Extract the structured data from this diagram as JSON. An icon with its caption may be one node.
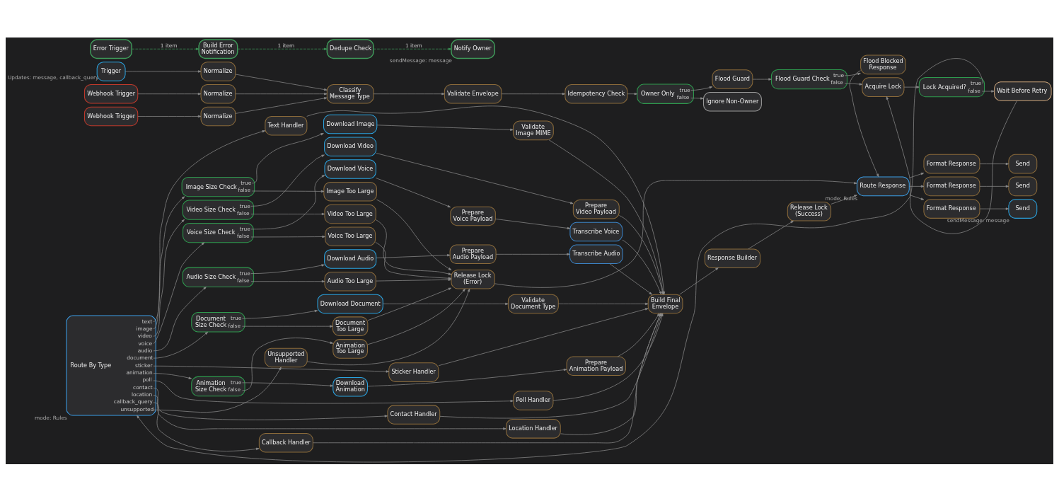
{
  "diagram": {
    "nodes": [
      {
        "text": [
          "Trigger"
        ],
        "beside": [
          "Updates: message, callback_query"
        ]
      },
      {
        "text": [
          "Webhook Trigger"
        ]
      },
      {
        "text": [
          "Webhook Trigger"
        ]
      },
      {
        "text": [
          "Normalize"
        ]
      },
      {
        "text": [
          "Normalize"
        ]
      },
      {
        "text": [
          "Normalize"
        ]
      },
      {
        "text": [
          "Classify Message Type"
        ]
      },
      {
        "text": [
          "Validate Envelope"
        ]
      },
      {
        "text": [
          "Idempotency Check"
        ]
      },
      {
        "text": [
          "Owner Only"
        ]
      },
      {
        "text": [
          "Flood Guard"
        ]
      },
      {
        "text": [
          "Flood Guard Check"
        ]
      },
      {
        "text": [
          "Flood Blocked Response"
        ]
      },
      {
        "text": [
          "Ignore Non-Owner"
        ]
      },
      {
        "text": [
          "Acquire Lock"
        ]
      },
      {
        "text": [
          "Lock Acquired?"
        ]
      },
      {
        "text": [
          "Wait Before Retry"
        ]
      },
      {
        "text": [
          "Route By Type"
        ],
        "beside": [
          "mode: Rules"
        ]
      },
      {
        "text": [
          "Text Handler"
        ]
      },
      {
        "text": [
          "Image Size Check"
        ]
      },
      {
        "text": [
          "Video Size Check"
        ]
      },
      {
        "text": [
          "Voice Size Check"
        ]
      },
      {
        "text": [
          "Audio Size Check"
        ]
      },
      {
        "text": [
          "Document Size Check"
        ]
      },
      {
        "text": [
          "Sticker Handler"
        ]
      },
      {
        "text": [
          "Animation Size Check"
        ]
      },
      {
        "text": [
          "Poll Handler"
        ]
      },
      {
        "text": [
          "Contact Handler"
        ]
      },
      {
        "text": [
          "Location Handler"
        ]
      },
      {
        "text": [
          "Callback Handler"
        ]
      },
      {
        "text": [
          "Unsupported Handler"
        ]
      },
      {
        "text": [
          "Download Image"
        ]
      },
      {
        "text": [
          "Image Too Large"
        ]
      },
      {
        "text": [
          "Download Video"
        ]
      },
      {
        "text": [
          "Video Too Large"
        ]
      },
      {
        "text": [
          "Download Voice"
        ]
      },
      {
        "text": [
          "Voice Too Large"
        ]
      },
      {
        "text": [
          "Download Audio"
        ]
      },
      {
        "text": [
          "Audio Too Large"
        ]
      },
      {
        "text": [
          "Download Document"
        ]
      },
      {
        "text": [
          "Document Too Large"
        ]
      },
      {
        "text": [
          "Download Animation"
        ]
      },
      {
        "text": [
          "Animation Too Large"
        ]
      },
      {
        "text": [
          "Validate Image MIME"
        ]
      },
      {
        "text": [
          "Prepare Video Payload"
        ]
      },
      {
        "text": [
          "Prepare Voice Payload"
        ]
      },
      {
        "text": [
          "Prepare Audio Payload"
        ]
      },
      {
        "text": [
          "Validate Document Type"
        ]
      },
      {
        "text": [
          "Prepare Animation Payload"
        ]
      },
      {
        "text": [
          "Transcribe Voice"
        ]
      },
      {
        "text": [
          "Transcribe Audio"
        ]
      },
      {
        "text": [
          "Build Final Envelope"
        ]
      },
      {
        "text": [
          "Response Builder"
        ]
      },
      {
        "text": [
          "Release Lock (Success)"
        ]
      },
      {
        "text": [
          "Release Lock (Error)"
        ]
      },
      {
        "text": [
          "Route Response"
        ],
        "beside": [
          "mode: Rules"
        ]
      },
      {
        "text": [
          "Format Response"
        ]
      },
      {
        "text": [
          "Format Response"
        ]
      },
      {
        "text": [
          "Format Response"
        ]
      },
      {
        "text": [
          "Send"
        ],
        "beside": [
          "sendMessage: message"
        ]
      },
      {
        "text": [
          "Send"
        ]
      },
      {
        "text": [
          "Send"
        ]
      },
      {
        "text": [
          "Error Trigger"
        ]
      },
      {
        "text": [
          "Build Error Notification"
        ]
      },
      {
        "text": [
          "Dedupe Check"
        ]
      },
      {
        "text": [
          "Notify Owner"
        ],
        "beside": [
          "sendMessage: message"
        ]
      }
    ],
    "edges": [
      {
        "from": 0,
        "to": 3,
        "arrow": "to"
      },
      {
        "from": 1,
        "to": 4,
        "arrow": "to"
      },
      {
        "from": 2,
        "to": 5,
        "arrow": "to"
      },
      {
        "from": 3,
        "to": 6,
        "arrow": "to"
      },
      {
        "from": 4,
        "to": 6,
        "arrow": "to"
      },
      {
        "from": 5,
        "to": 6,
        "arrow": "to"
      },
      {
        "from": 6,
        "to": 7,
        "arrow": "to"
      },
      {
        "from": 7,
        "to": 8,
        "arrow": "to"
      },
      {
        "from": 8,
        "to": 9,
        "arrow": "to"
      },
      {
        "from": 9,
        "to": 10,
        "arrow": "to",
        "label": "true"
      },
      {
        "from": 9,
        "to": 13,
        "arrow": "to",
        "label": "false"
      },
      {
        "from": 10,
        "to": 11,
        "arrow": "to"
      },
      {
        "from": 11,
        "to": 12,
        "arrow": "to",
        "label": "true"
      },
      {
        "from": 11,
        "to": 14,
        "arrow": "to",
        "label": "false"
      },
      {
        "from": 12,
        "to": 55,
        "arrow": "to"
      },
      {
        "from": 14,
        "to": 15,
        "arrow": "to"
      },
      {
        "from": 15,
        "to": 17,
        "arrow": "to",
        "label": "true"
      },
      {
        "from": 15,
        "to": 16,
        "arrow": "to",
        "label": "false"
      },
      {
        "from": 16,
        "to": 14,
        "arrow": "to"
      },
      {
        "from": 17,
        "to": 18,
        "arrow": "to",
        "label": "text"
      },
      {
        "from": 17,
        "to": 19,
        "arrow": "to",
        "label": "image"
      },
      {
        "from": 17,
        "to": 20,
        "arrow": "to",
        "label": "video"
      },
      {
        "from": 17,
        "to": 21,
        "arrow": "to",
        "label": "voice"
      },
      {
        "from": 17,
        "to": 22,
        "arrow": "to",
        "label": "audio"
      },
      {
        "from": 17,
        "to": 23,
        "arrow": "to",
        "label": "document"
      },
      {
        "from": 17,
        "to": 24,
        "arrow": "to",
        "label": "sticker"
      },
      {
        "from": 17,
        "to": 25,
        "arrow": "to",
        "label": "animation"
      },
      {
        "from": 17,
        "to": 26,
        "arrow": "to",
        "label": "poll"
      },
      {
        "from": 17,
        "to": 27,
        "arrow": "to",
        "label": "contact"
      },
      {
        "from": 17,
        "to": 28,
        "arrow": "to",
        "label": "location"
      },
      {
        "from": 17,
        "to": 29,
        "arrow": "to",
        "label": "callback_query"
      },
      {
        "from": 17,
        "to": 30,
        "arrow": "to",
        "label": "unsupported"
      },
      {
        "from": 18,
        "to": 51,
        "arrow": "to"
      },
      {
        "from": 19,
        "to": 31,
        "arrow": "to",
        "label": "true"
      },
      {
        "from": 19,
        "to": 32,
        "arrow": "to",
        "label": "false"
      },
      {
        "from": 20,
        "to": 33,
        "arrow": "to",
        "label": "true"
      },
      {
        "from": 20,
        "to": 34,
        "arrow": "to",
        "label": "false"
      },
      {
        "from": 21,
        "to": 35,
        "arrow": "to",
        "label": "true"
      },
      {
        "from": 21,
        "to": 36,
        "arrow": "to",
        "label": "false"
      },
      {
        "from": 22,
        "to": 37,
        "arrow": "to",
        "label": "true"
      },
      {
        "from": 22,
        "to": 38,
        "arrow": "to",
        "label": "false"
      },
      {
        "from": 23,
        "to": 39,
        "arrow": "to",
        "label": "true"
      },
      {
        "from": 23,
        "to": 40,
        "arrow": "to",
        "label": "false"
      },
      {
        "from": 24,
        "to": 51,
        "arrow": "to"
      },
      {
        "from": 25,
        "to": 41,
        "arrow": "to",
        "label": "true"
      },
      {
        "from": 25,
        "to": 42,
        "arrow": "to",
        "label": "false"
      },
      {
        "from": 26,
        "to": 51,
        "arrow": "to"
      },
      {
        "from": 27,
        "to": 51,
        "arrow": "to"
      },
      {
        "from": 28,
        "to": 51,
        "arrow": "to"
      },
      {
        "from": 29,
        "to": 51,
        "arrow": "to"
      },
      {
        "from": 30,
        "to": 54,
        "arrow": "to"
      },
      {
        "from": 31,
        "to": 43,
        "arrow": "to"
      },
      {
        "from": 33,
        "to": 44,
        "arrow": "to"
      },
      {
        "from": 35,
        "to": 45,
        "arrow": "to"
      },
      {
        "from": 37,
        "to": 46,
        "arrow": "to"
      },
      {
        "from": 39,
        "to": 47,
        "arrow": "to"
      },
      {
        "from": 41,
        "to": 48,
        "arrow": "to"
      },
      {
        "from": 32,
        "to": 54,
        "arrow": "to"
      },
      {
        "from": 34,
        "to": 54,
        "arrow": "to"
      },
      {
        "from": 36,
        "to": 54,
        "arrow": "to"
      },
      {
        "from": 38,
        "to": 54,
        "arrow": "to"
      },
      {
        "from": 40,
        "to": 54,
        "arrow": "to"
      },
      {
        "from": 42,
        "to": 54,
        "arrow": "to"
      },
      {
        "from": 43,
        "to": 51,
        "arrow": "to"
      },
      {
        "from": 44,
        "to": 51,
        "arrow": "to"
      },
      {
        "from": 45,
        "to": 49,
        "arrow": "to"
      },
      {
        "from": 46,
        "to": 50,
        "arrow": "to"
      },
      {
        "from": 47,
        "to": 51,
        "arrow": "to"
      },
      {
        "from": 48,
        "to": 51,
        "arrow": "to"
      },
      {
        "from": 49,
        "to": 51,
        "arrow": "to"
      },
      {
        "from": 50,
        "to": 51,
        "arrow": "to"
      },
      {
        "from": 51,
        "to": 52,
        "arrow": "to"
      },
      {
        "from": 52,
        "to": 53,
        "arrow": "to"
      },
      {
        "from": 53,
        "to": 55,
        "arrow": "to"
      },
      {
        "from": 54,
        "to": 55,
        "arrow": "to"
      },
      {
        "from": 55,
        "to": 56,
        "arrow": "to"
      },
      {
        "from": 55,
        "to": 57,
        "arrow": "to"
      },
      {
        "from": 55,
        "to": 58,
        "arrow": "to"
      },
      {
        "from": 56,
        "to": 59,
        "arrow": "to"
      },
      {
        "from": 57,
        "to": 60,
        "arrow": "to"
      },
      {
        "from": 58,
        "to": 61,
        "arrow": "to"
      },
      {
        "from": 62,
        "to": 63,
        "arrow": "to",
        "label": "1 item",
        "style": "dashed",
        "color": "#3f9b5a"
      },
      {
        "from": 63,
        "to": 64,
        "arrow": "to",
        "label": "1 item",
        "style": "dashed",
        "color": "#3f9b5a"
      },
      {
        "from": 64,
        "to": 65,
        "arrow": "to",
        "label": "1 item",
        "style": "dashed",
        "color": "#3f9b5a"
      }
    ]
  }
}
